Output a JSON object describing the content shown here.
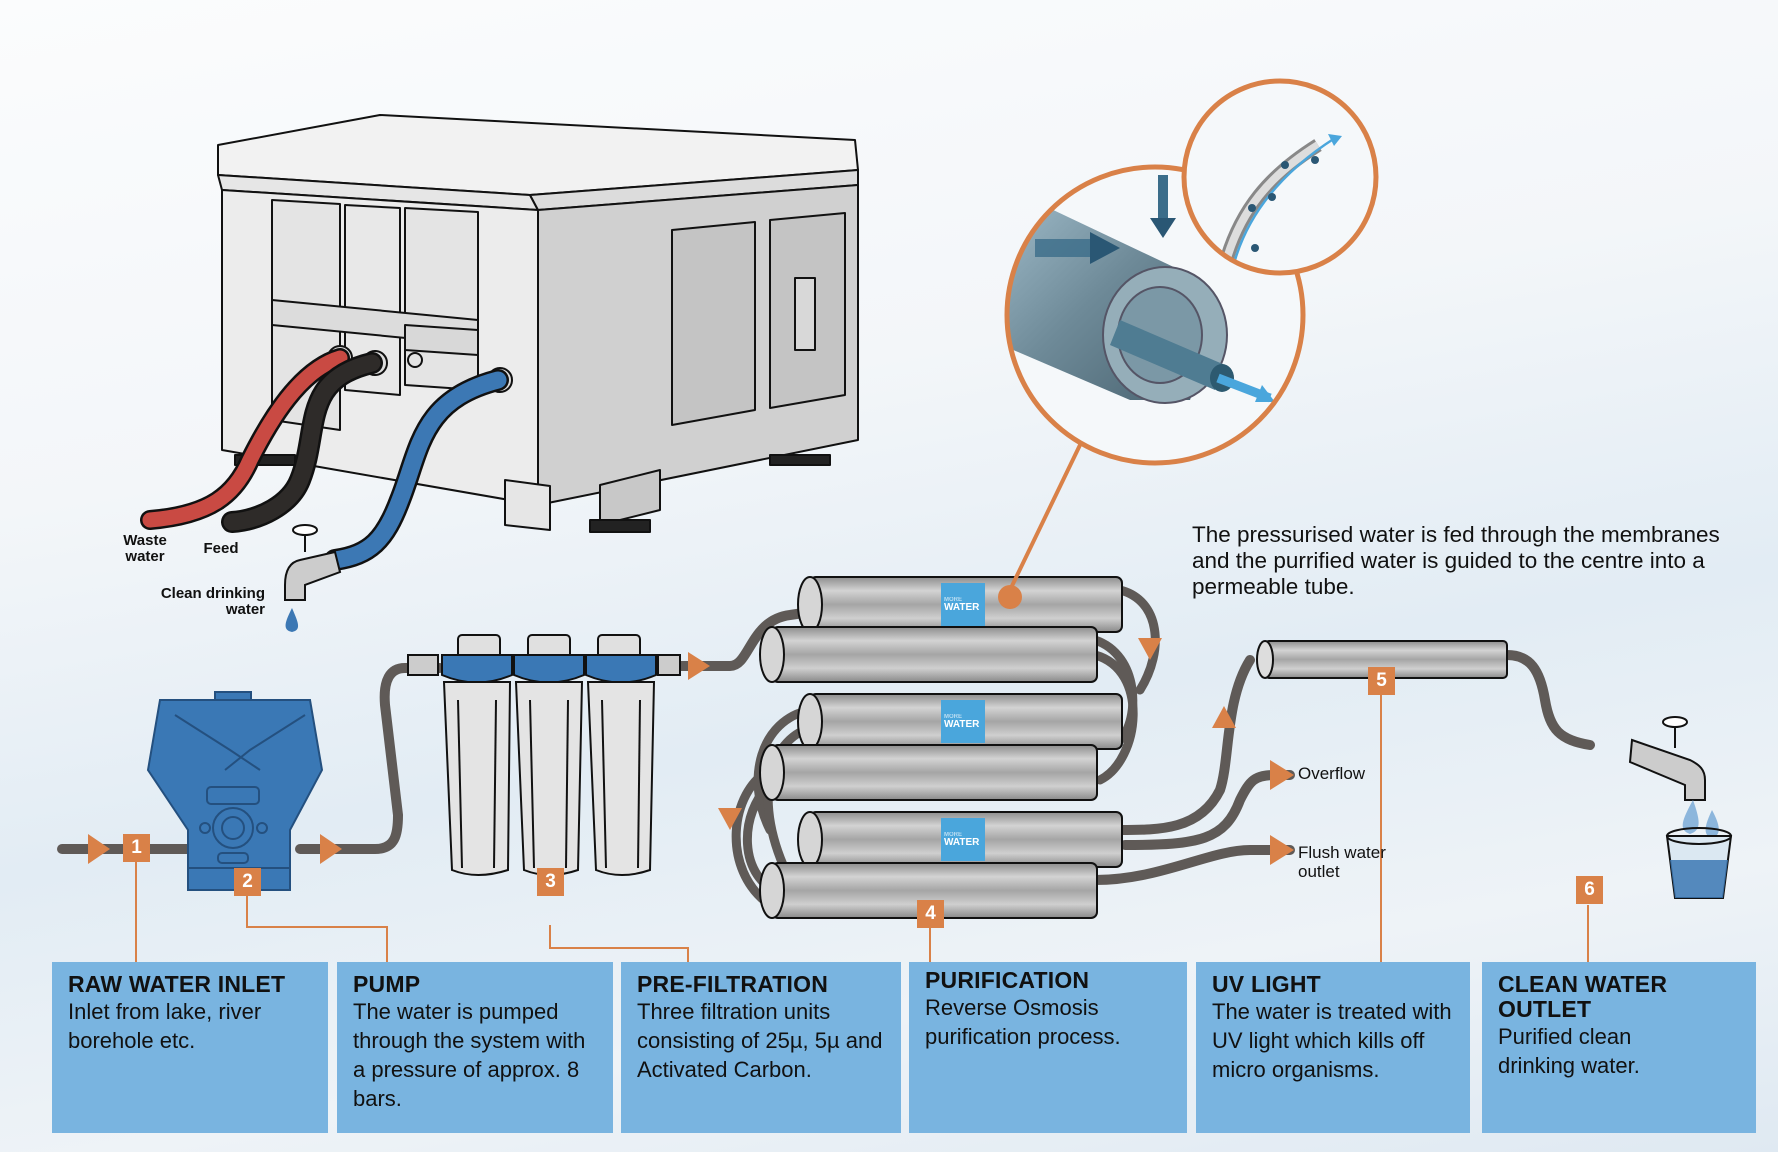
{
  "colors": {
    "accent": "#d98148",
    "box_bg": "#79b4e0",
    "pipe": "#5f5a57",
    "pump_blue": "#3a78b5",
    "logo_blue": "#4aa6dc",
    "waste_hose": "#c94a43",
    "feed_hose": "#2e2b29",
    "clean_hose": "#3c78b4"
  },
  "container_labels": {
    "waste": "Waste water",
    "feed": "Feed",
    "clean": "Clean drinking water"
  },
  "membrane_caption": "The pressurised water is fed through the membranes and the purrified water is guided to the centre into a permeable tube.",
  "outlets": {
    "overflow": "Overflow",
    "flush": "Flush water outlet"
  },
  "logo": {
    "top": "MORE",
    "main": "WATER"
  },
  "badges": [
    "1",
    "2",
    "3",
    "4",
    "5",
    "6"
  ],
  "steps": [
    {
      "number": "1",
      "title": "RAW WATER INLET",
      "desc": "Inlet from lake, river borehole etc."
    },
    {
      "number": "2",
      "title": "PUMP",
      "desc": "The water is pumped through the system with a pressure of approx. 8 bars."
    },
    {
      "number": "3",
      "title": "PRE-FILTRATION",
      "desc": "Three filtration units consisting of 25µ, 5µ and Activated Carbon."
    },
    {
      "number": "4",
      "title": "PURIFICATION",
      "desc": "Reverse Osmosis purification process."
    },
    {
      "number": "5",
      "title": "UV LIGHT",
      "desc": "The water is treated with UV light which kills off micro organisms."
    },
    {
      "number": "6",
      "title": "CLEAN WATER OUTLET",
      "desc": "Purified clean drinking water."
    }
  ]
}
